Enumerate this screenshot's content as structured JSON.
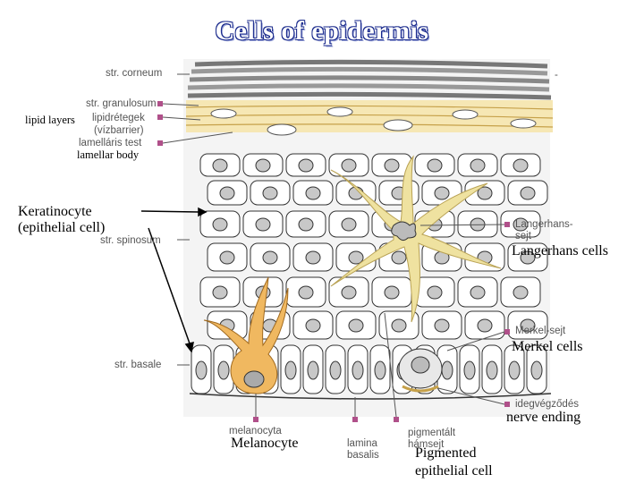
{
  "title": "Cells of epidermis",
  "labels_original": {
    "str_corneum": "str. corneum",
    "str_granulosum": "str. granulosum",
    "lipidretegek": "lipidrétegek",
    "vizbarrier": "(vízbarrier)",
    "lamellaris_test": "lamelláris test",
    "str_spinosum": "str. spinosum",
    "str_basale": "str. basale",
    "langerhans_sejt_1": "Langerhans-",
    "langerhans_sejt_2": "sejt",
    "merkel_sejt": "Merkel-sejt",
    "idegvegzodes": "idegvégződés",
    "melanocyta": "melanocyta",
    "lamina_1": "lamina",
    "lamina_2": "basalis",
    "pigmentalt_1": "pigmentált",
    "pigmentalt_2": "hámsejt",
    "dash": "-"
  },
  "labels_english": {
    "lipid_layers": "lipid layers",
    "lamellar_body": "lamellar body",
    "keratinocyte_1": "Keratinocyte",
    "keratinocyte_2": "(epithelial cell)",
    "langerhans_cells": "Langerhans cells",
    "merkel_cells": "Merkel cells",
    "nerve_ending": "nerve ending",
    "melanocyte": "Melanocyte",
    "pigmented_1": "Pigmented",
    "pigmented_2": "epithelial cell"
  },
  "colors": {
    "title_outline": "#1a2a8c",
    "label_marker": "#b0508a",
    "langerhans_fill": "#efe2a0",
    "melanocyte_fill": "#f0b860",
    "granulosum_band": "#f6e7b4",
    "cell_fill": "#ffffff",
    "nucleus_fill": "#c8c8c8",
    "outline": "#333333"
  }
}
